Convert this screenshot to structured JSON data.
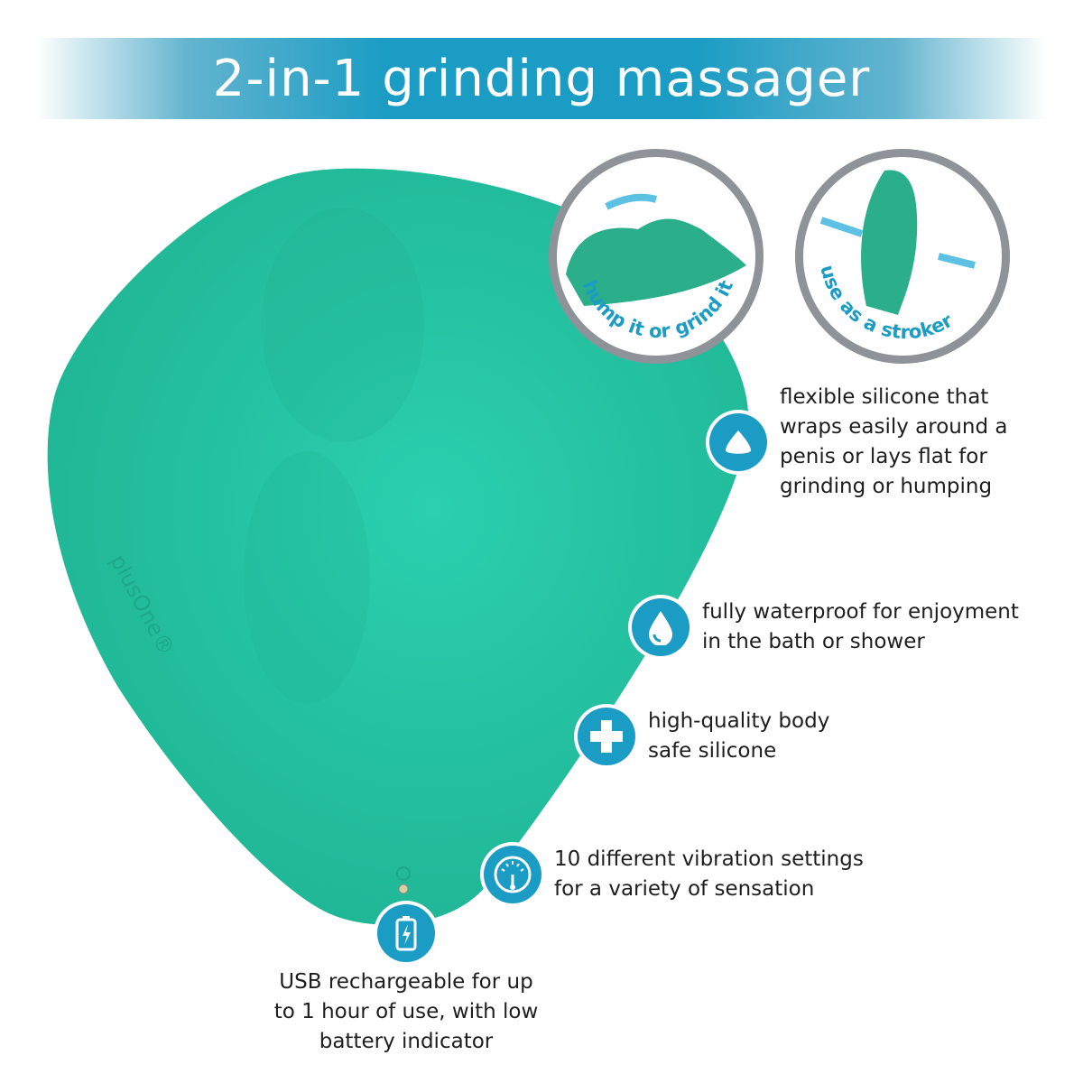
{
  "title": "2-in-1 grinding massager",
  "brand": "plusOne®",
  "colors": {
    "accent": "#1a9cc4",
    "product": "#22c3a0",
    "ring": "#8e9399"
  },
  "usage": [
    {
      "label": "hump it or grind it",
      "icon": "grinder-icon"
    },
    {
      "label": "use as a stroker",
      "icon": "stroker-icon"
    }
  ],
  "features": [
    {
      "icon": "flexible-drop-icon",
      "text": "flexible silicone that\nwraps easily around a\npenis or lays flat for\ngrinding or humping"
    },
    {
      "icon": "water-drop-icon",
      "text": "fully waterproof for enjoyment\nin the bath or shower"
    },
    {
      "icon": "plus-icon",
      "text": "high-quality body\nsafe silicone"
    },
    {
      "icon": "gauge-icon",
      "text": "10 different vibration settings\nfor a variety of sensation"
    },
    {
      "icon": "battery-icon",
      "text": "USB rechargeable for up\nto 1 hour of use, with low\nbattery indicator"
    }
  ]
}
